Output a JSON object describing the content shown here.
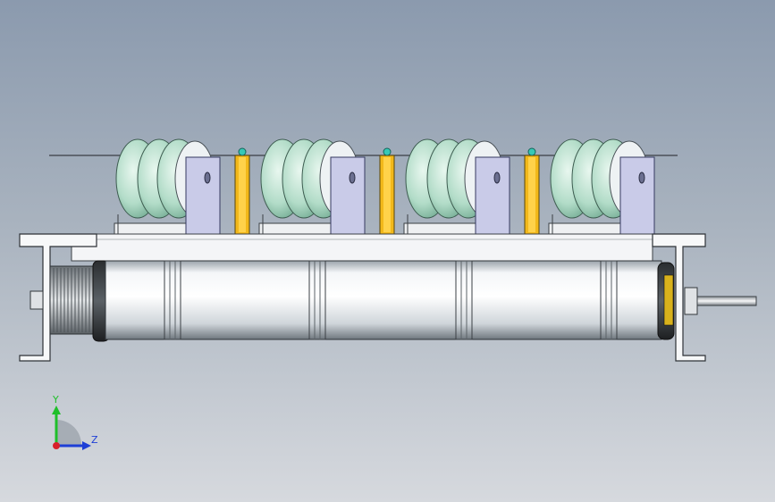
{
  "viewport": {
    "background_top": "#8b9aae",
    "background_bottom": "#d6d9de"
  },
  "triad": {
    "y_label": "Y",
    "z_label": "Z",
    "y_color": "#1fbf2a",
    "z_color": "#1e3fd6",
    "x_color": "#d8202a"
  },
  "model": {
    "roller_count": 4,
    "guide_plate_count": 3,
    "colors": {
      "wheel": "#a9d6c2",
      "bracket": "#c9cbe8",
      "guide": "#f2b81a",
      "frame": "#f4f5f7",
      "tube": "#e8ecf0",
      "shaft": "#d4d8dc"
    }
  }
}
